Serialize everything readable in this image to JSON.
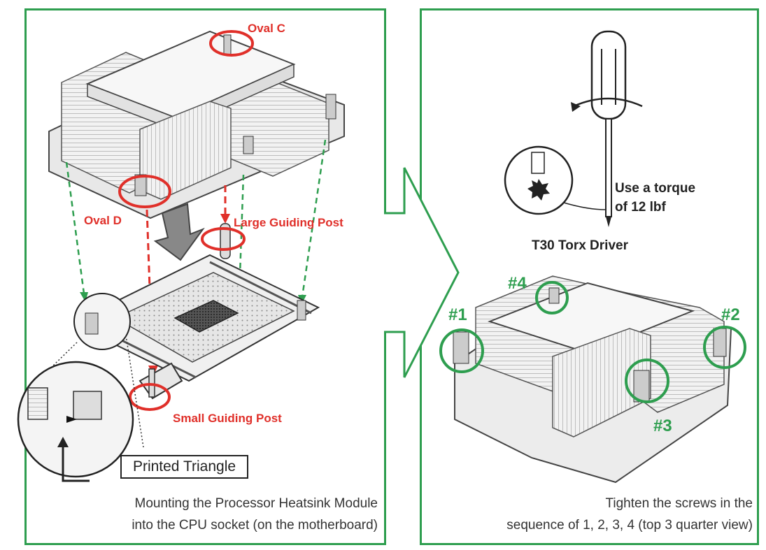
{
  "left": {
    "labels": {
      "oval_c": "Oval C",
      "oval_d": "Oval D",
      "large_post": "Large Guiding Post",
      "small_post": "Small Guiding Post",
      "printed_triangle": "Printed Triangle"
    },
    "caption_line1": "Mounting the Processor Heatsink Module",
    "caption_line2": "into the CPU socket (on the motherboard)"
  },
  "right": {
    "torque_line1": "Use a torque",
    "torque_line2": "of 12 lbf",
    "driver_label": "T30 Torx Driver",
    "screws": {
      "s1": "#1",
      "s2": "#2",
      "s3": "#3",
      "s4": "#4"
    },
    "caption_line1": "Tighten the screws in the",
    "caption_line2": "sequence of 1, 2, 3, 4 (top 3 quarter view)"
  },
  "colors": {
    "frame": "#2e9e4f",
    "callout_red": "#e0302a",
    "callout_green": "#2e9e4f"
  }
}
